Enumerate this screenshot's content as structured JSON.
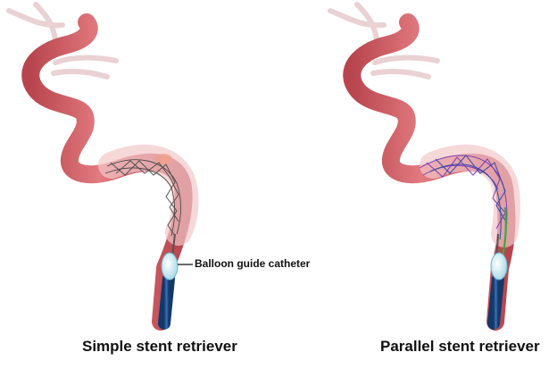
{
  "panels": [
    {
      "caption": "Simple stent retriever",
      "callout": "Balloon guide catheter"
    },
    {
      "caption": "Parallel stent retriever"
    }
  ],
  "colors": {
    "vessel": "#d9636a",
    "vessel_dark": "#b8454d",
    "vessel_pale": "#f2c7c9",
    "catheter": "#1f4f8f",
    "balloon": "#cfeef5",
    "stent_simple": "#4a4a4a",
    "stent_parallel_a": "#7b3fb6",
    "stent_parallel_b": "#3348a8",
    "wire_green": "#3ca64a",
    "branch_pale": "#e8c7c9"
  }
}
